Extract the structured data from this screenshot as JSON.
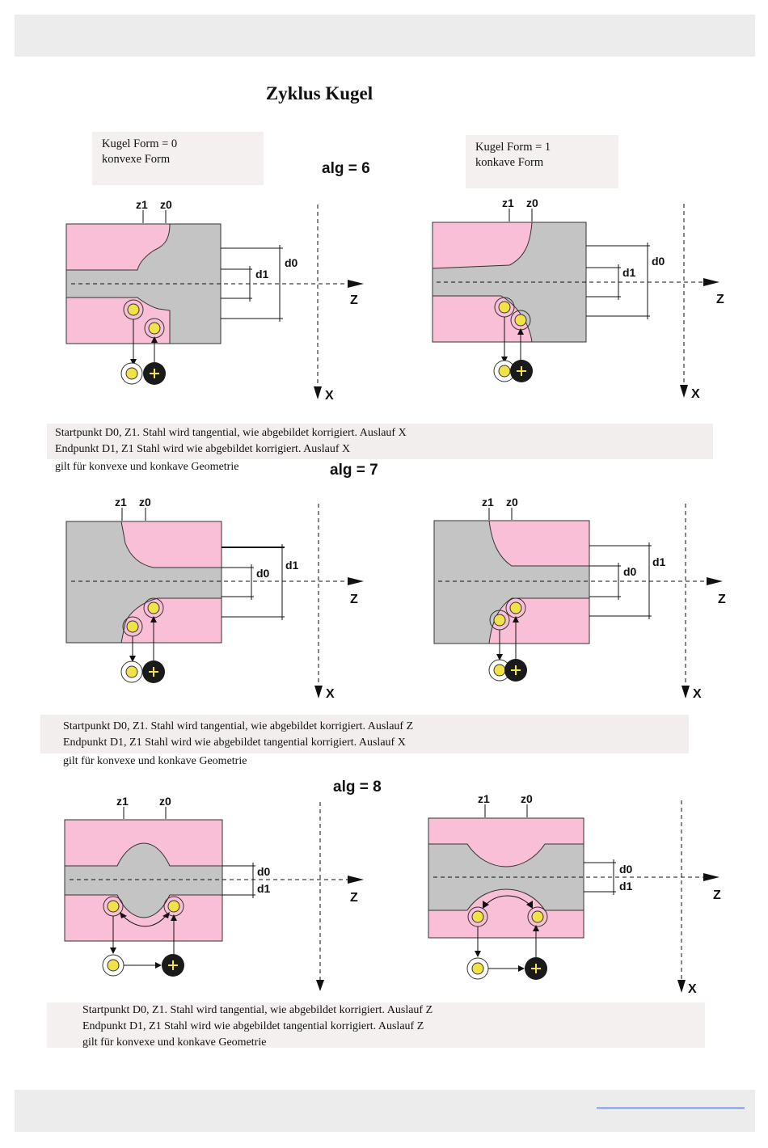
{
  "title": "Zyklus Kugel",
  "form_convex": {
    "line1": "Kugel Form = 0",
    "line2": "konvexe Form"
  },
  "form_concave": {
    "line1": "Kugel Form = 1",
    "line2": "konkave Form"
  },
  "sections": [
    {
      "alg_label": "alg = 6",
      "notes": [
        "Startpunkt D0, Z1. Stahl wird tangential, wie abgebildet korrigiert. Auslauf X",
        "Endpunkt D1, Z1 Stahl wird wie abgebildet korrigiert. Auslauf X",
        "gilt für konvexe und konkave Geometrie"
      ]
    },
    {
      "alg_label": "alg = 7",
      "notes": [
        "Startpunkt D0, Z1. Stahl wird tangential, wie abgebildet korrigiert. Auslauf   Z",
        "Endpunkt D1, Z1 Stahl wird wie abgebildet        tangential korrigiert. Auslauf X",
        "gilt für konvexe und konkave Geometrie"
      ]
    },
    {
      "alg_label": "alg = 8",
      "notes": [
        "Startpunkt D0, Z1. Stahl wird tangential, wie abgebildet korrigiert. Auslauf   Z",
        "Endpunkt D1, Z1 Stahl wird wie abgebildet        tangential korrigiert. Auslauf   Z",
        "gilt für konvexe und konkave Geometrie"
      ]
    }
  ],
  "labels": {
    "z1": "z1",
    "z0": "z0",
    "d0": "d0",
    "d1": "d1",
    "axis_z": "Z",
    "axis_x": "X"
  },
  "colors": {
    "pink": "#f9bfd6",
    "gray": "#c4c4c4",
    "dark_circle": "#1a1a1a",
    "marker": "#f2e24a"
  }
}
